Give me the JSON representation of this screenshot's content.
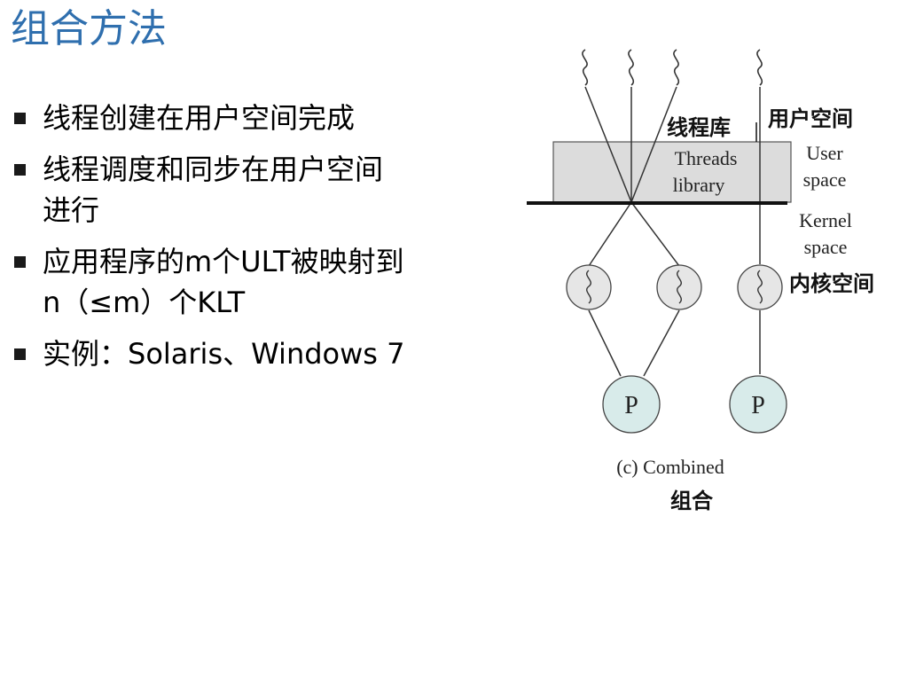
{
  "slide": {
    "title": "组合方法",
    "bullets": [
      {
        "lines": [
          "线程创建在用户空间完成"
        ]
      },
      {
        "lines": [
          "线程调度和同步在用户空间",
          "进行"
        ]
      },
      {
        "lines": [
          "应用程序的m个ULT被映射到",
          "n（≤m）个KLT"
        ]
      },
      {
        "lines": [
          "实例：Solaris、Windows 7"
        ]
      }
    ]
  },
  "diagram": {
    "threads_library_zh": "线程库",
    "user_space_zh": "用户空间",
    "threads_library_en": [
      "Threads",
      "library"
    ],
    "user_space_en": [
      "User",
      "space"
    ],
    "kernel_space_en": [
      "Kernel",
      "space"
    ],
    "kernel_space_zh": "内核空间",
    "process_label": "P",
    "caption_en": "(c) Combined",
    "caption_zh": "组合",
    "colors": {
      "library_fill": "#dcdcdc",
      "process_fill": "#d8ebea",
      "kernel_thread_fill": "#e6e6e6",
      "title": "#2f6fae"
    }
  }
}
